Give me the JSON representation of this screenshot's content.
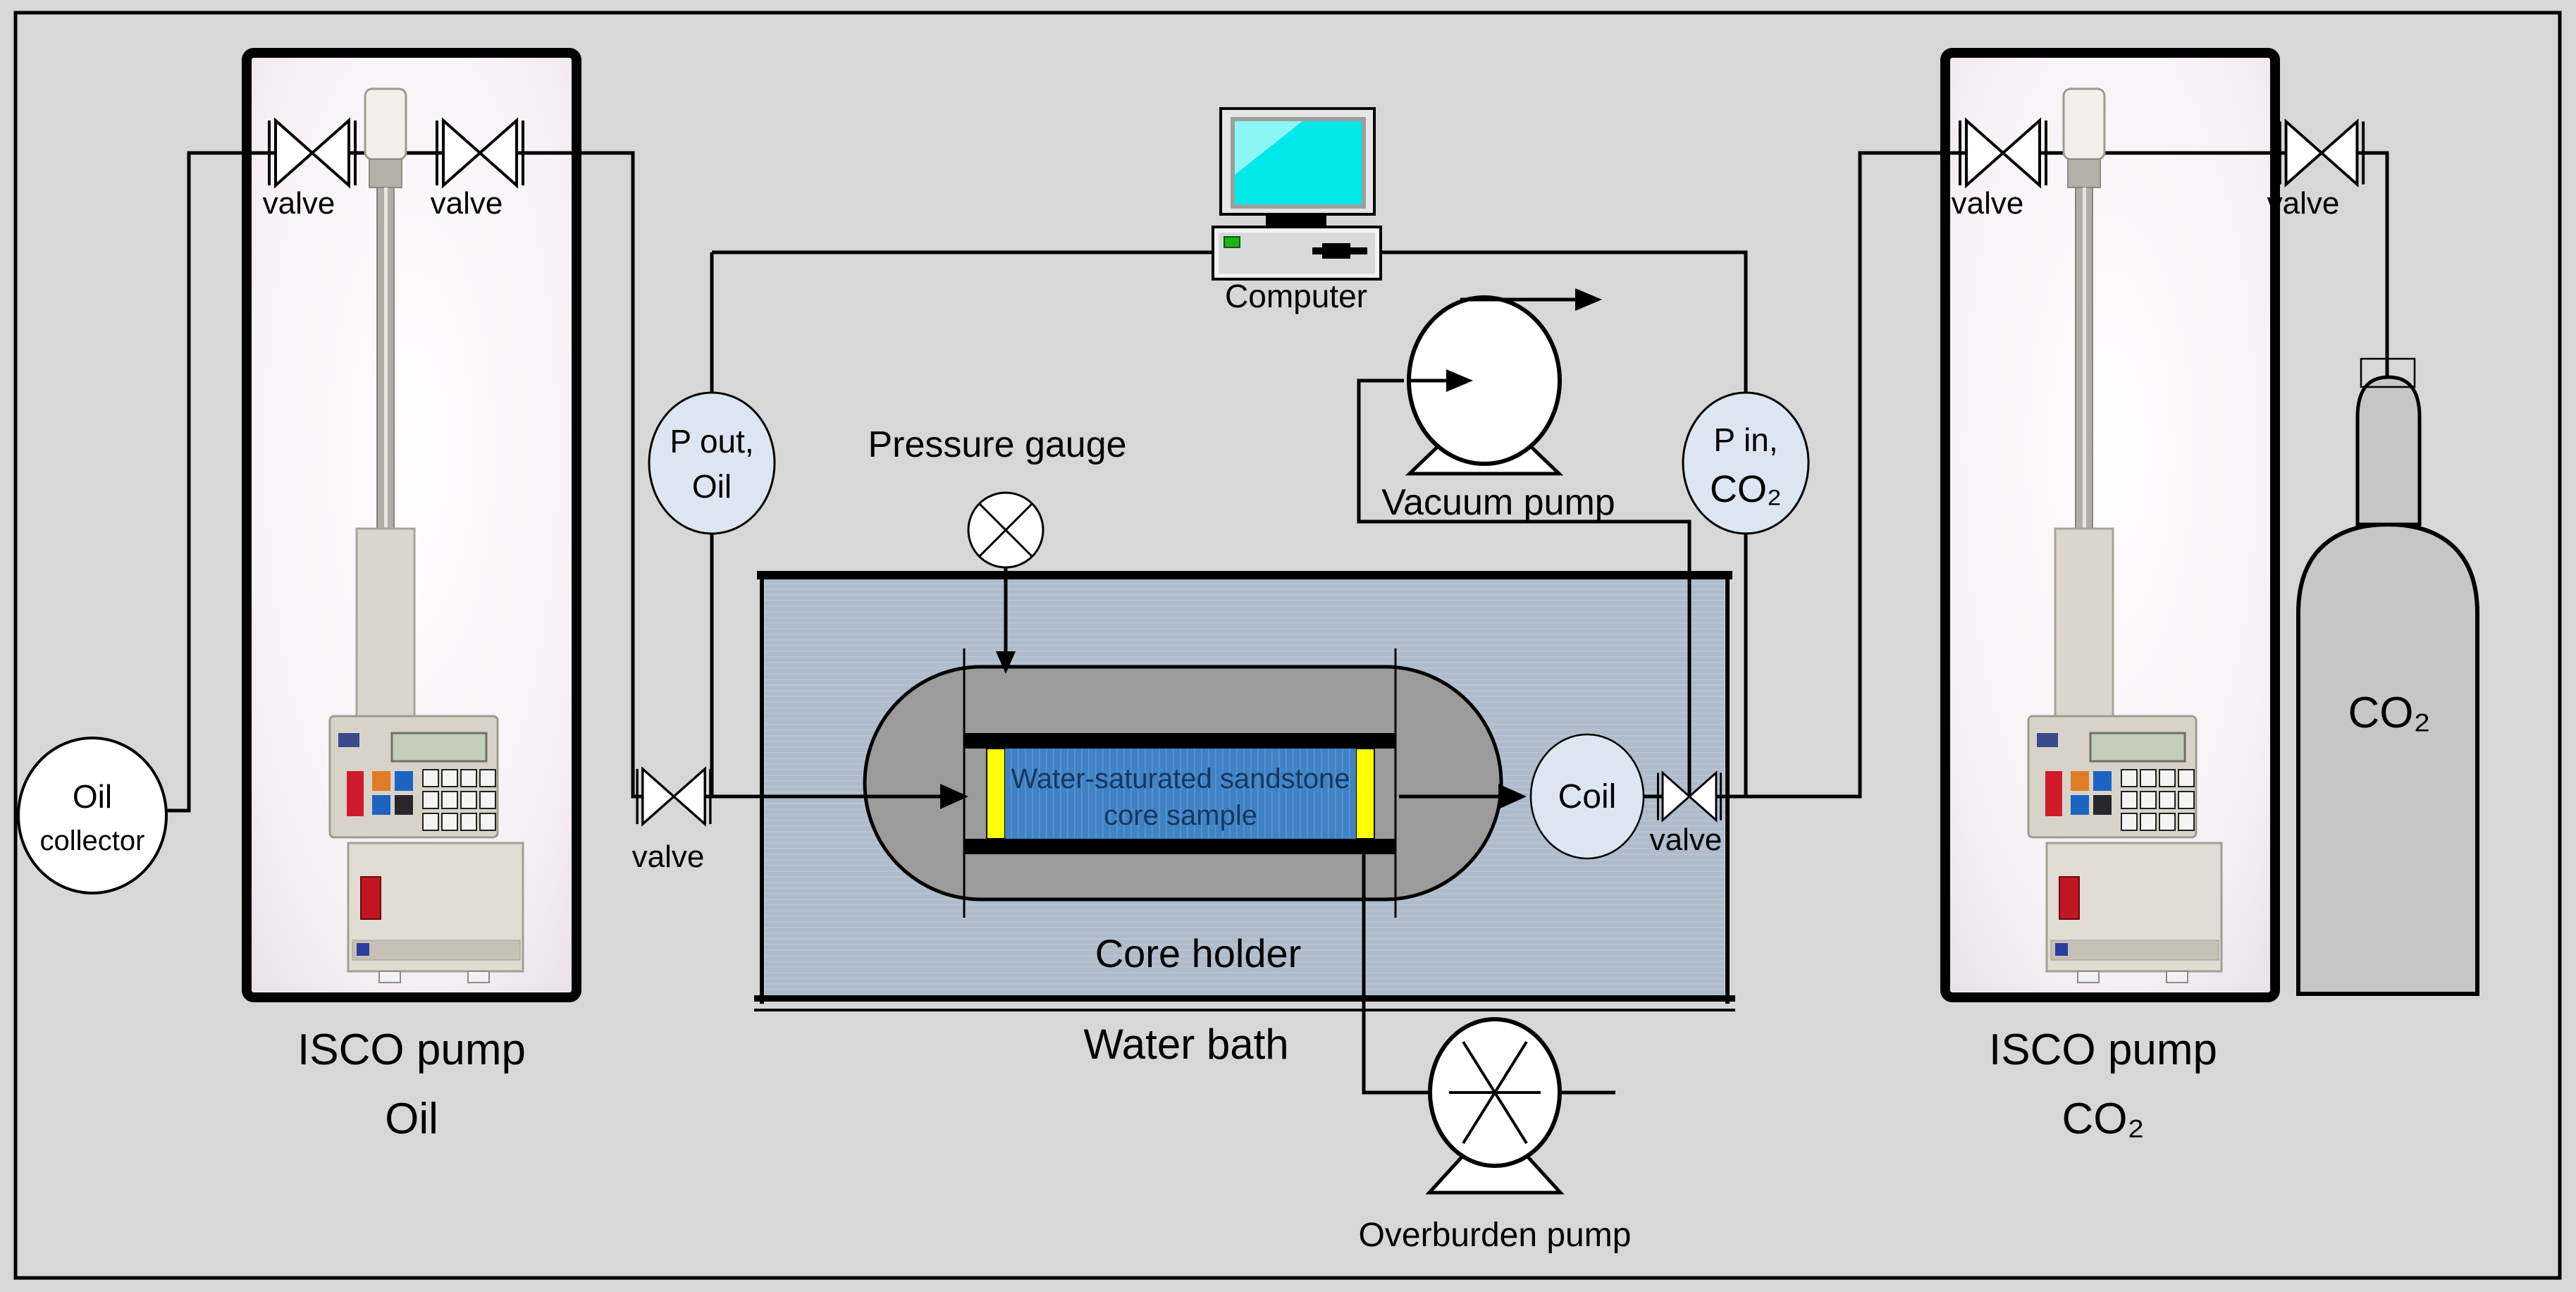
{
  "diagram": {
    "type": "laboratory-core-flooding-schematic",
    "labels": {
      "valve": "valve",
      "oil_collector": [
        "Oil",
        "collector"
      ],
      "isco_pump_oil": [
        "ISCO pump",
        "Oil"
      ],
      "isco_pump_co2": [
        "ISCO pump",
        "CO₂"
      ],
      "p_out_oil": [
        "P out,",
        "Oil"
      ],
      "p_in_co2": [
        "P in,",
        "CO₂"
      ],
      "pressure_gauge": "Pressure gauge",
      "computer": "Computer",
      "vacuum_pump": "Vacuum pump",
      "coil": "Coil",
      "water_bath": "Water bath",
      "core_holder": "Core holder",
      "core_sample": [
        "Water-saturated sandstone",
        "core sample"
      ],
      "overburden_pump": "Overburden pump",
      "co2_cylinder": "CO₂"
    },
    "colors": {
      "background": "#d7d7d7",
      "line": "#000000",
      "instrument_fill": "#dce6f2",
      "water_bath_fill": "#aebccb",
      "core_holder_fill": "#9b9b9b",
      "core_sample_fill": "#3e83c5",
      "core_sample_text": "#17375e",
      "seal_yellow": "#ffff00",
      "cylinder_fill": "#c6c6c6",
      "screen_cyan": "#00e8e8"
    }
  }
}
